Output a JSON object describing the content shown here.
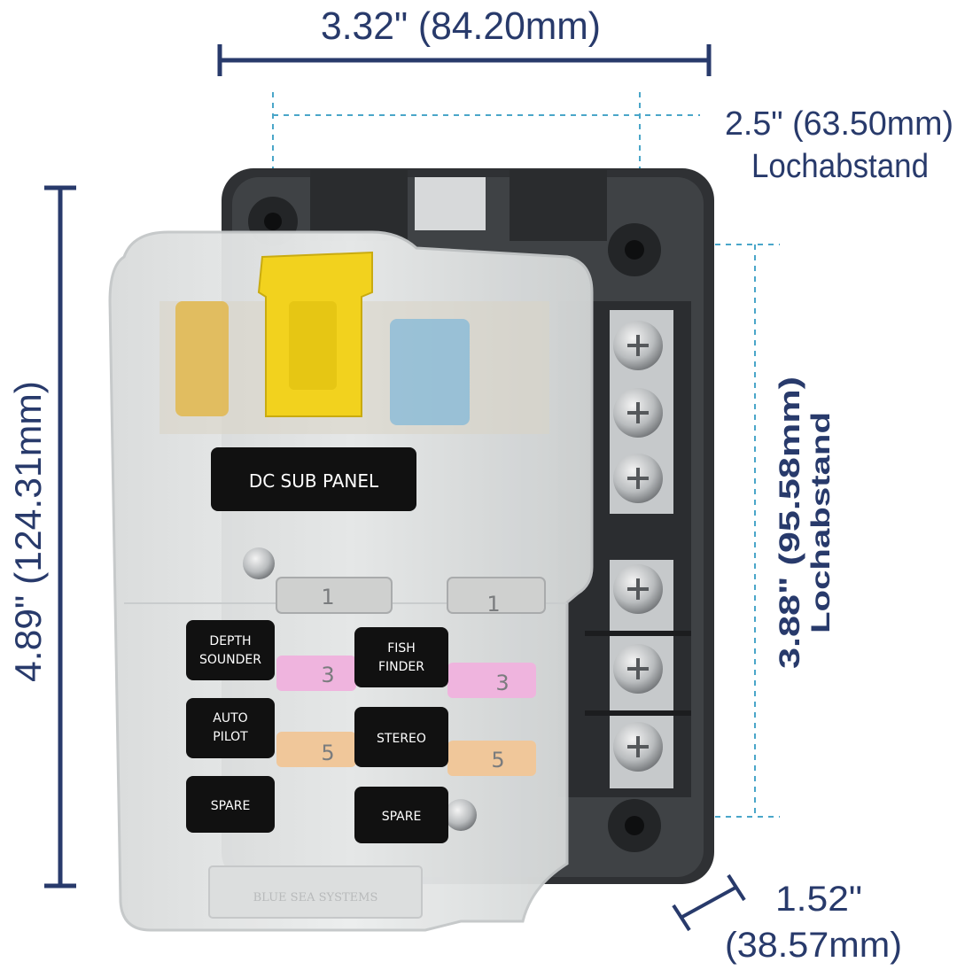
{
  "dimensions": {
    "width": "3.32\" (84.20mm)",
    "hole_spacing_width": "2.5\" (63.50mm)",
    "hole_spacing_width_label": "Lochabstand",
    "height": "4.89\" (124.31mm)",
    "hole_spacing_height": "3.88\" (95.58mm)",
    "hole_spacing_height_label": "Lochabstand",
    "depth_line1": "1.52\"",
    "depth_line2": "(38.57mm)"
  },
  "panel": {
    "title": "DC SUB PANEL",
    "brand": "BLUE SEA SYSTEMS",
    "labels": {
      "depth_sounder_1": "DEPTH",
      "depth_sounder_2": "SOUNDER",
      "fish_finder_1": "FISH",
      "fish_finder_2": "FINDER",
      "auto_pilot_1": "AUTO",
      "auto_pilot_2": "PILOT",
      "stereo": "STEREO",
      "spare_left": "SPARE",
      "spare_right": "SPARE"
    },
    "fuse_ratings": {
      "row1_left": "1",
      "row1_right": "1",
      "row2_left": "3",
      "row2_right": "3",
      "row3_left": "5",
      "row3_right": "5"
    }
  },
  "colors": {
    "dimension_text": "#283a6b",
    "guide_line": "#4aa6c9",
    "base": "#3b3d40",
    "cover": "#e4e6e6",
    "label_bg": "#111111",
    "yellow_clip": "#f2d21e"
  }
}
